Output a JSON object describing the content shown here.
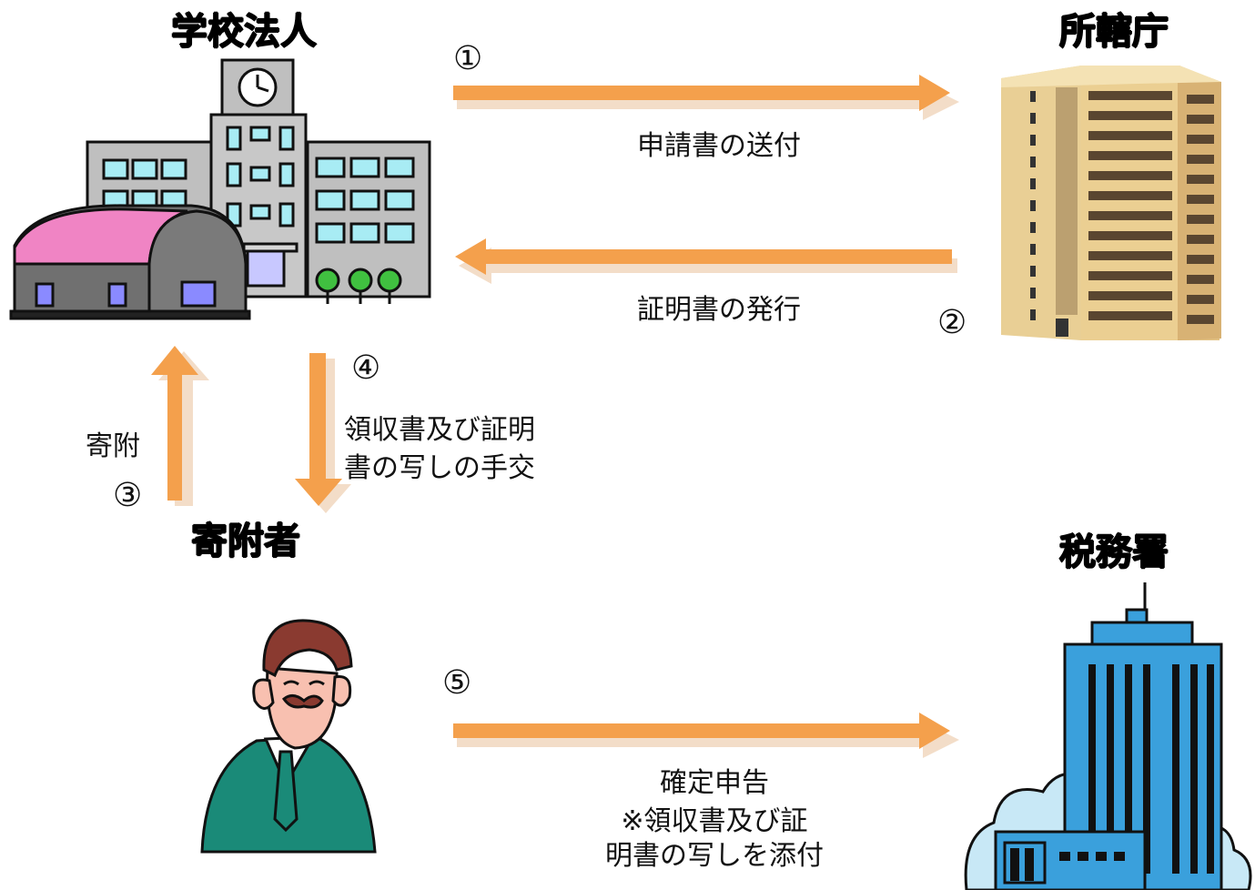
{
  "entities": {
    "school": "学校法人",
    "authority": "所轄庁",
    "donor": "寄附者",
    "tax_office": "税務署"
  },
  "steps": [
    {
      "number": "①",
      "label": "申請書の送付"
    },
    {
      "number": "②",
      "label": "証明書の発行"
    },
    {
      "number": "③",
      "label": "寄附"
    },
    {
      "number": "④",
      "label_line1": "領収書及び証明",
      "label_line2": "書の写しの手交"
    },
    {
      "number": "⑤",
      "label_line1": "確定申告",
      "label_line2": "※領収書及び証",
      "label_line3": "明書の写しを添付"
    }
  ],
  "colors": {
    "arrow": "#f4a04c",
    "arrow_shadow": "#f3ddc8",
    "school_roof": "#f080c0",
    "building_tan": "#e9cf95",
    "tax_blue": "#3aa0dc",
    "suit": "#1a8a78",
    "skin": "#f8c0b0"
  },
  "icons": {
    "school": "school-building-icon",
    "authority": "office-tower-icon",
    "donor": "person-icon",
    "tax_office": "government-tower-icon"
  }
}
